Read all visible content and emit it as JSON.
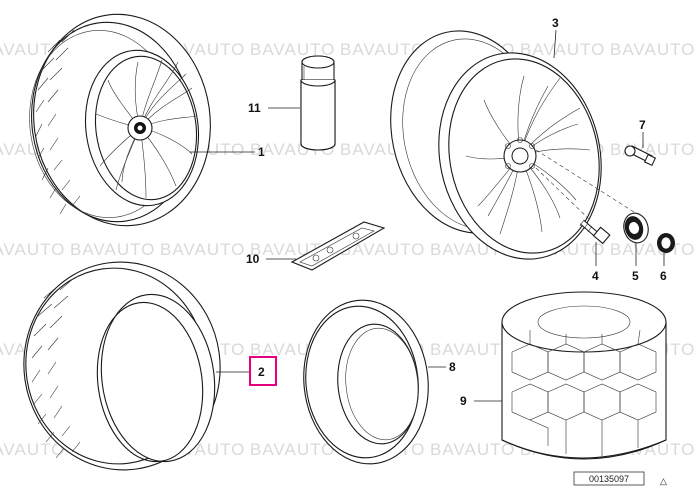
{
  "watermark": "BAVAUTO",
  "callouts": {
    "p1": "1",
    "p2": "2",
    "p3": "3",
    "p4": "4",
    "p5": "5",
    "p6": "6",
    "p7": "7",
    "p8": "8",
    "p9": "9",
    "p10": "10",
    "p11": "11"
  },
  "highlight_color": "#e6007e",
  "diagram_ref": "00135097",
  "corner_glyph": "△"
}
